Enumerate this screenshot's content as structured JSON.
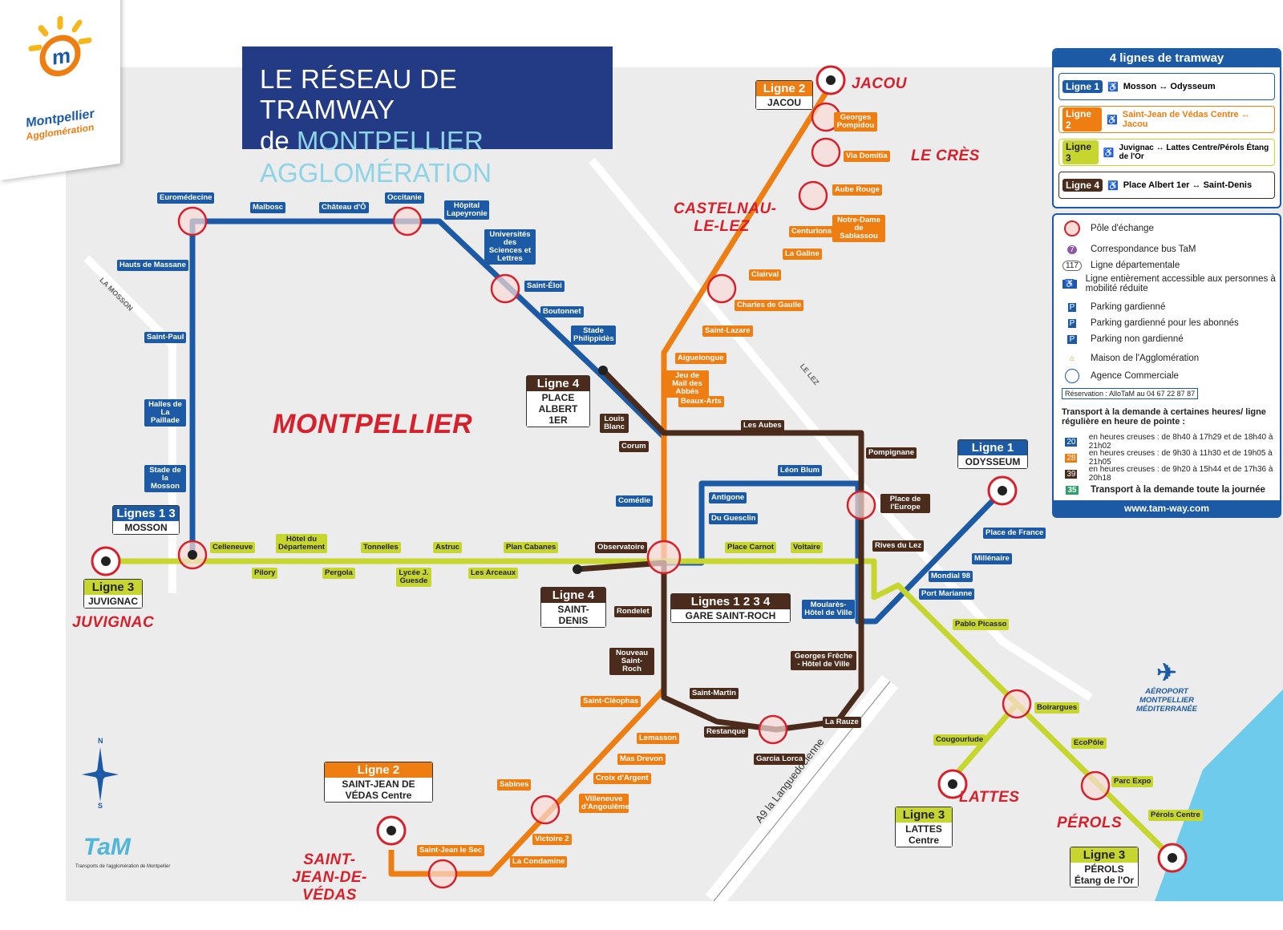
{
  "title": {
    "line1": "LE RÉSEAU DE TRAMWAY",
    "line2_prefix": "de",
    "line2_accent": "MONTPELLIER AGGLOMÉRATION"
  },
  "logo": {
    "name": "Montpellier",
    "sub": "Agglomération"
  },
  "city_main": "MONTPELLIER",
  "cities": [
    "JACOU",
    "LE CRÈS",
    "CASTELNAU-LE-LEZ",
    "JUVIGNAC",
    "LATTES",
    "PÉROLS",
    "SAINT-JEAN-DE-VÉDAS"
  ],
  "rivers": {
    "mosson": "LA MOSSON",
    "lez": "LE LEZ",
    "a9": "A9 la Languedocienne"
  },
  "legend": {
    "header": "4 lignes de tramway",
    "lines": [
      {
        "badge": "Ligne 1",
        "color": "#1c5aa6",
        "route": "Mosson ↔ Odysseum"
      },
      {
        "badge": "Ligne 2",
        "color": "#ee7d12",
        "route": "Saint-Jean de Védas Centre ↔ Jacou"
      },
      {
        "badge": "Ligne 3",
        "color": "#c7d62f",
        "route": "Juvignac ↔ Lattes Centre/Pérols Étang de l'Or"
      },
      {
        "badge": "Ligne 4",
        "color": "#4a2b1c",
        "route": "Place Albert 1er ↔ Saint-Denis"
      }
    ],
    "items": [
      "Pôle d'échange",
      "Correspondance bus TaM",
      "Ligne départementale",
      "Ligne entièrement accessible aux personnes à mobilité réduite",
      "Parking gardienné",
      "Parking gardienné pour les abonnés",
      "Parking non gardienné",
      "Maison de l'Agglomération",
      "Agence Commerciale"
    ],
    "resa": "Réservation : AlloTaM au 04 67 22 87 87",
    "tad_title": "Transport à la demande à certaines heures/ ligne régulière en heure de pointe :",
    "tad": [
      {
        "bus": "20",
        "text": "en heures creuses : de 8h40 à 17h29 et de 18h40 à 21h02"
      },
      {
        "bus": "28",
        "text": "en heures creuses : de 9h30 à 11h30 et de 19h05 à 21h05"
      },
      {
        "bus": "39",
        "text": "en heures creuses : de 9h20 à 15h44 et de 17h36 à 20h18"
      }
    ],
    "tad_all": "Transport à la demande toute la journée",
    "url": "www.tam-way.com"
  },
  "terminals": {
    "mosson": {
      "label": "Lignes 1 3",
      "name": "MOSSON"
    },
    "juvignac": {
      "label": "Ligne 3",
      "name": "JUVIGNAC"
    },
    "jacou": {
      "label": "Ligne 2",
      "name": "JACOU"
    },
    "albert": {
      "label": "Ligne 4",
      "name": "PLACE ALBERT 1ER"
    },
    "odysseum": {
      "label": "Ligne 1",
      "name": "ODYSSEUM"
    },
    "saintdenis": {
      "label": "Ligne 4",
      "name": "SAINT-DENIS"
    },
    "gare": {
      "label": "Lignes 1 2 3 4",
      "name": "GARE SAINT-ROCH"
    },
    "sjv": {
      "label": "Ligne 2",
      "name": "SAINT-JEAN DE VÉDAS Centre"
    },
    "lattes": {
      "label": "Ligne 3",
      "name": "LATTES Centre"
    },
    "perols": {
      "label": "Ligne 3",
      "name": "PÉROLS Étang de l'Or"
    }
  },
  "stations": {
    "line1": [
      "Euromédecine",
      "Malbosc",
      "Château d'Ô",
      "Occitanie",
      "Hôpital Lapeyronie",
      "Universités des Sciences et Lettres",
      "Saint-Éloi",
      "Boutonnet",
      "Stade Philippidès",
      "Louis Blanc",
      "Corum",
      "Comédie",
      "Antigone",
      "Du Guesclin",
      "Léon Blum",
      "Place de l'Europe",
      "Rives du Lez",
      "Port Marianne",
      "Mondial 98",
      "Millénaire",
      "Place de France",
      "Hauts de Massane",
      "Saint-Paul",
      "Halles de La Paillade",
      "Stade de la Mosson"
    ],
    "line2": [
      "Georges Pompidou",
      "Via Domitia",
      "Aube Rouge",
      "Notre-Dame de Sablassou",
      "Centurions",
      "La Galine",
      "Clairval",
      "Charles de Gaulle",
      "Saint-Lazare",
      "Aiguelongue",
      "Jeu de Mail des Abbés",
      "Beaux-Arts",
      "Nouveau Saint-Roch",
      "Saint-Cléophas",
      "Lemasson",
      "Mas Drevon",
      "Croix d'Argent",
      "Villeneuve d'Angoulême",
      "Sabines",
      "Victoire 2",
      "La Condamine",
      "Saint-Jean le Sec"
    ],
    "line3": [
      "Celleneuve",
      "Pilory",
      "Hôtel du Département",
      "Pergola",
      "Tonnelles",
      "Lycée J. Guesde",
      "Astruc",
      "Les Arceaux",
      "Plan Cabanes",
      "Observatoire",
      "Place Carnot",
      "Voltaire",
      "Moularès-Hôtel de Ville",
      "Pablo Picasso",
      "Boirargues",
      "Cougourlude",
      "EcoPôle",
      "Parc Expo",
      "Pérols Centre"
    ],
    "line4": [
      "Les Aubes",
      "Pompignane",
      "Rondelet",
      "Georges Frêche - Hôtel de Ville",
      "Saint-Martin",
      "Restanque",
      "Garcia Lorca",
      "La Rauze"
    ]
  },
  "airport": "AÉROPORT MONTPELLIER MÉDITERRANÉE",
  "tam": {
    "logo": "TaM",
    "sub": "Transports de l'agglomération de Montpellier"
  },
  "colors": {
    "line1": "#1c5aa6",
    "line2": "#ee7d12",
    "line3": "#c7d62f",
    "line4": "#4a2b1c",
    "bg": "#ececec",
    "city": "#d6202b"
  }
}
